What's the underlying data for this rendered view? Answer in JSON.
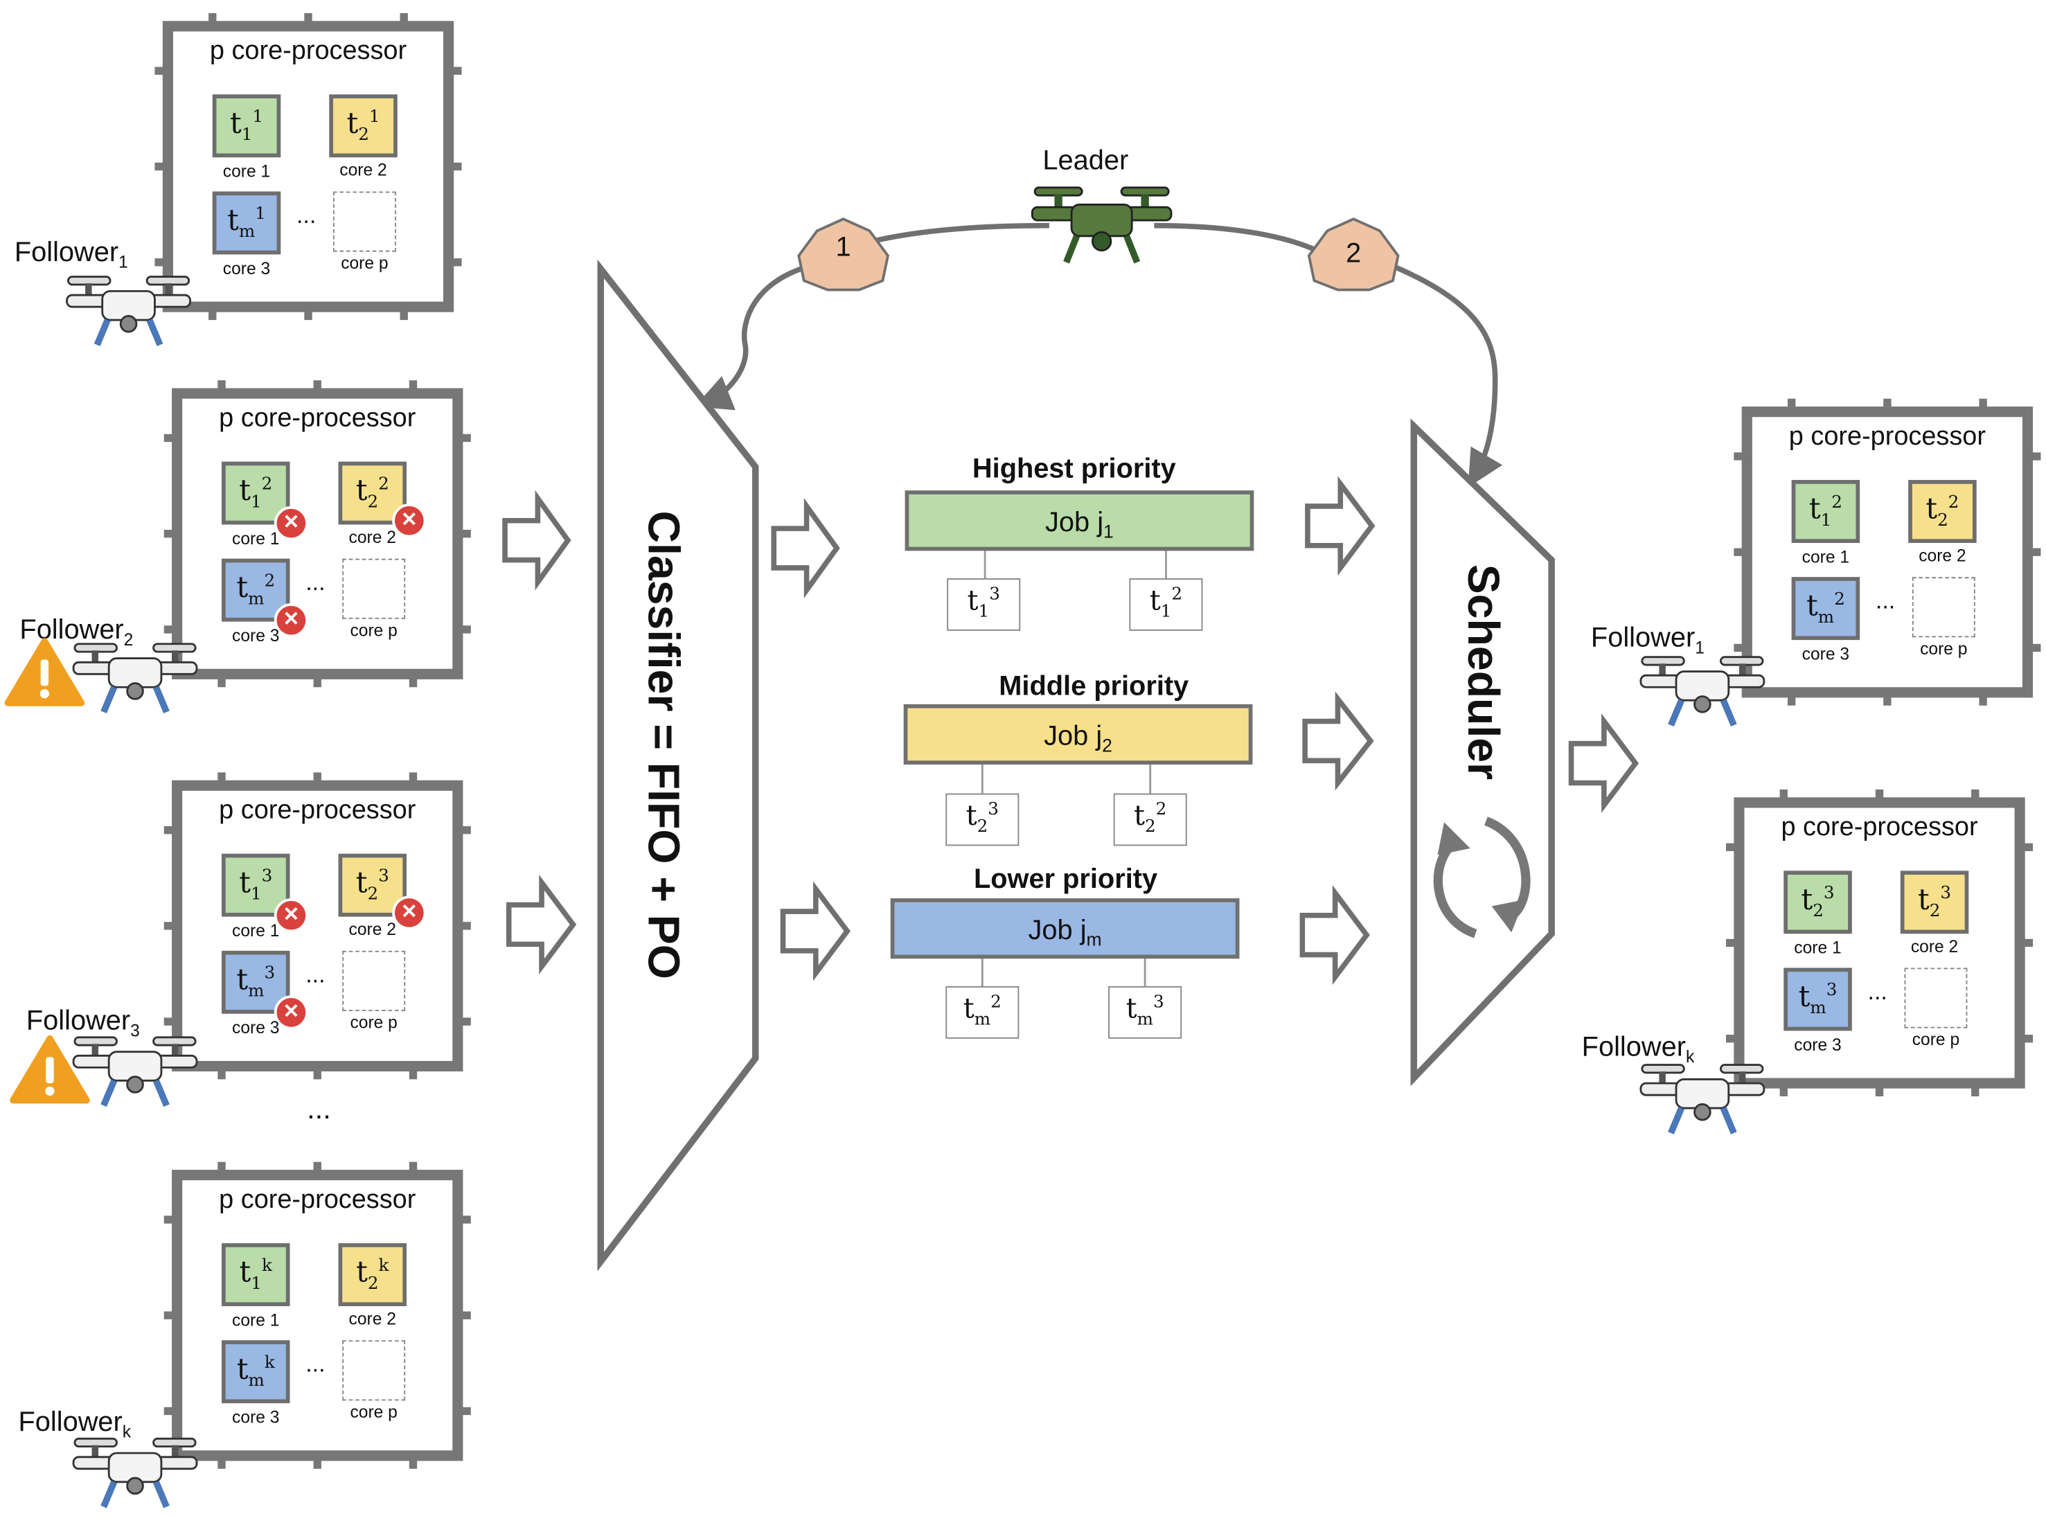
{
  "processor_title": "p core-processor",
  "core_labels": {
    "c1": "core 1",
    "c2": "core 2",
    "c3": "core 3",
    "cp": "core p"
  },
  "ellipsis": "...",
  "followers": {
    "f1_left": "Follower",
    "f1_left_sub": "1",
    "f2": "Follower",
    "f2_sub": "2",
    "f3": "Follower",
    "f3_sub": "3",
    "fk_left": "Follower",
    "fk_left_sub": "k",
    "f1_right": "Follower",
    "f1_right_sub": "1",
    "fk_right": "Follower",
    "fk_right_sub": "k"
  },
  "leader": {
    "label": "Leader",
    "step1": "1",
    "step2": "2"
  },
  "classifier": {
    "label": "Classifier = FIFO + PO"
  },
  "scheduler": {
    "label": "Scheduler"
  },
  "jobs": {
    "high": {
      "heading": "Highest priority",
      "name": "Job j",
      "sub": "1"
    },
    "middle": {
      "heading": "Middle priority",
      "name": "Job j",
      "sub": "2"
    },
    "low": {
      "heading": "Lower priority",
      "name": "Job j",
      "sub": "m"
    }
  },
  "colors": {
    "green": "#b9dca8",
    "yellow": "#f6e08c",
    "blue": "#9ab8e4",
    "frame": "#777777",
    "fail": "#d9413c",
    "warning": "#f0a020",
    "step_badge": "#efc4a4",
    "drone": "#567a3e"
  }
}
